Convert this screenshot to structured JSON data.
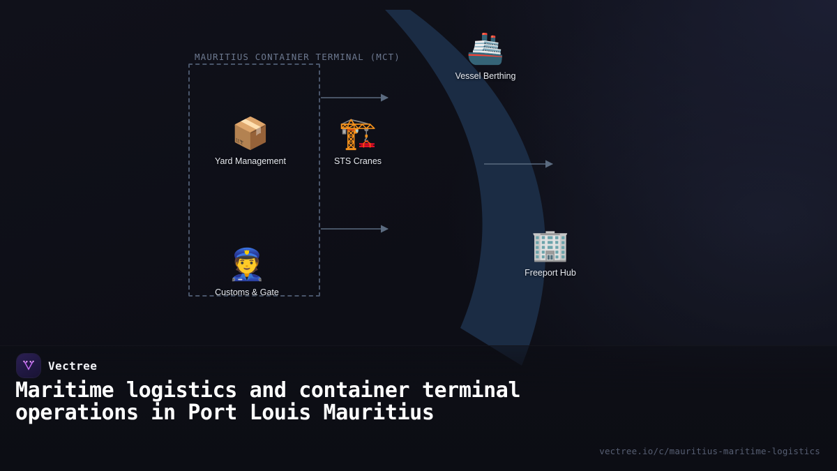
{
  "canvas": {
    "background_color": "#0e0f17",
    "accent_color": "#b06bff",
    "band_color": "#1b2c44",
    "arrow_color": "#5b6b80",
    "group_border_color": "#49556a"
  },
  "diagram": {
    "group": {
      "title": "MAURITIUS CONTAINER TERMINAL (MCT)",
      "title_color": "#6d7990"
    },
    "nodes": [
      {
        "id": "yard-management",
        "label": "Yard Management",
        "icon": "package-icon",
        "glyph": "📦"
      },
      {
        "id": "sts-cranes",
        "label": "STS Cranes",
        "icon": "construction-crane-icon",
        "glyph": "🏗️"
      },
      {
        "id": "customs-gate",
        "label": "Customs & Gate",
        "icon": "police-officer-icon",
        "glyph": "👮"
      },
      {
        "id": "vessel-berthing",
        "label": "Vessel Berthing",
        "icon": "passenger-ship-icon",
        "glyph": "🚢"
      },
      {
        "id": "freeport-hub",
        "label": "Freeport Hub",
        "icon": "office-building-icon",
        "glyph": "🏢"
      }
    ],
    "connectors": [
      {
        "id": "yard-to-vessel",
        "from": "yard-management",
        "to": "vessel-berthing"
      },
      {
        "id": "customs-to-yardout",
        "from": "customs-gate",
        "to": "terminal-exit"
      },
      {
        "id": "terminal-to-hub",
        "from": "sts-cranes",
        "to": "freeport-hub"
      }
    ]
  },
  "footer": {
    "brand_name": "Vectree",
    "logo_icon": "vectree-logo-icon",
    "headline": "Maritime logistics and container terminal operations in Port Louis Mauritius",
    "url": "vectree.io/c/mauritius-maritime-logistics"
  }
}
